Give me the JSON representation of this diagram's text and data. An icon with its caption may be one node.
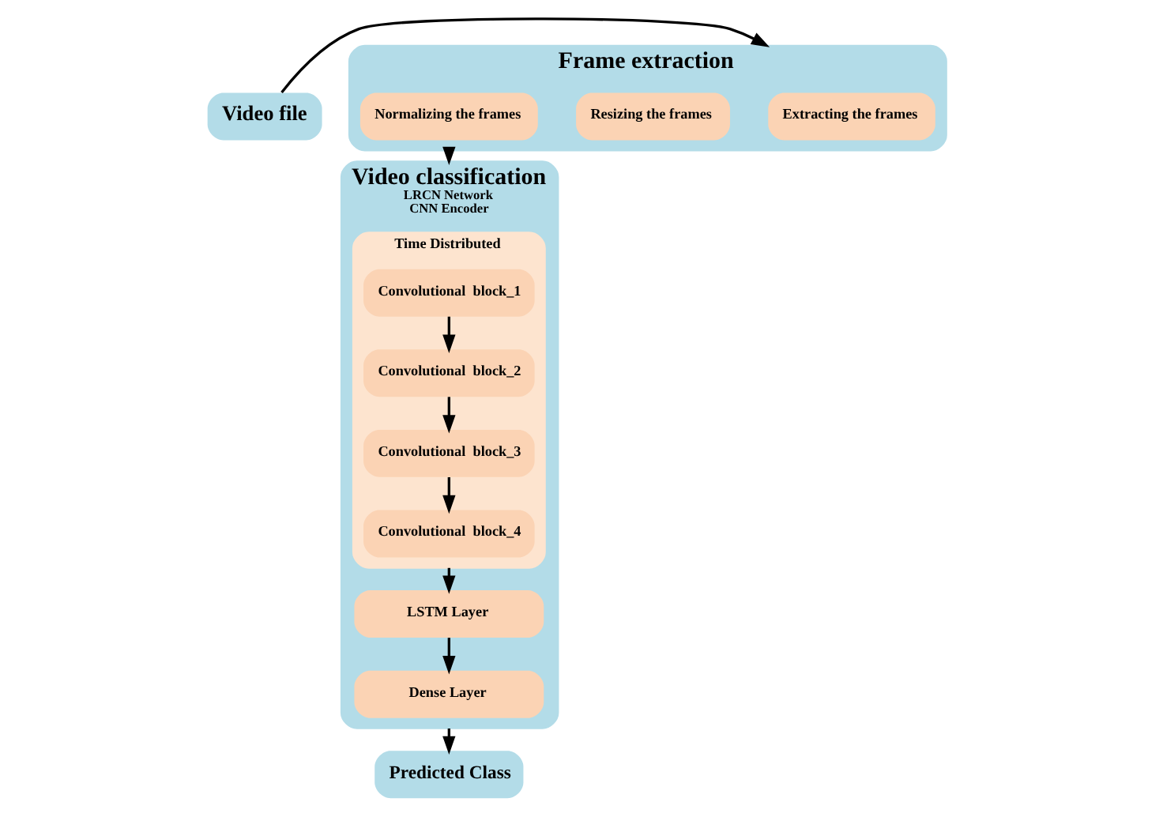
{
  "diagram": {
    "nodes": [
      {
        "text": [
          "Video file"
        ]
      },
      {
        "text": [
          "Frame extraction"
        ]
      },
      {
        "text": [
          "Extracting the frames"
        ],
        "in": 1
      },
      {
        "text": [
          "Resizing the frames"
        ],
        "in": 1
      },
      {
        "text": [
          "Normalizing the frames"
        ],
        "in": 1
      },
      {
        "text": [
          "Video classification",
          "LRCN Network",
          "CNN Encoder"
        ]
      },
      {
        "text": [
          "Time Distributed"
        ],
        "in": 5
      },
      {
        "text": [
          "Convolutional  block_1"
        ],
        "in": 6
      },
      {
        "text": [
          "Convolutional  block_2"
        ],
        "in": 6
      },
      {
        "text": [
          "Convolutional  block_3"
        ],
        "in": 6
      },
      {
        "text": [
          "Convolutional  block_4"
        ],
        "in": 6
      },
      {
        "text": [
          "LSTM Layer"
        ],
        "in": 5
      },
      {
        "text": [
          "Dense Layer"
        ],
        "in": 5
      },
      {
        "text": [
          "Predicted Class"
        ]
      }
    ],
    "edges": [
      {
        "from": 0,
        "to": 1,
        "arrow": "to"
      },
      {
        "from": 1,
        "to": 5,
        "arrow": "to"
      },
      {
        "from": 7,
        "to": 8,
        "arrow": "to"
      },
      {
        "from": 8,
        "to": 9,
        "arrow": "to"
      },
      {
        "from": 9,
        "to": 10,
        "arrow": "to"
      },
      {
        "from": 6,
        "to": 11,
        "arrow": "to"
      },
      {
        "from": 11,
        "to": 12,
        "arrow": "to"
      },
      {
        "from": 5,
        "to": 13,
        "arrow": "to"
      }
    ]
  }
}
